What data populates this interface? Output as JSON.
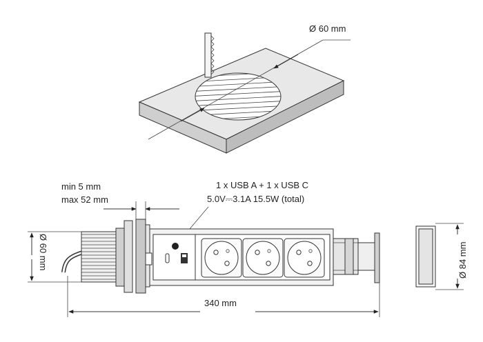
{
  "labels": {
    "cutout_diameter": "Ø 60 mm",
    "thickness_min": "min 5 mm",
    "thickness_max": "max 52 mm",
    "usb_ports": "1 x USB A + 1 x USB C",
    "usb_power": "5.0V⎓3.1A  15.5W (total)",
    "body_diameter": "Ø 60 mm",
    "total_length": "340 mm",
    "flange_diameter": "Ø 84 mm"
  },
  "colors": {
    "line": "#333333",
    "plate_top": "#d9d9d9",
    "plate_side": "#bdbdbd",
    "metal": "#e6e6e6",
    "dark": "#8a8a8a"
  }
}
